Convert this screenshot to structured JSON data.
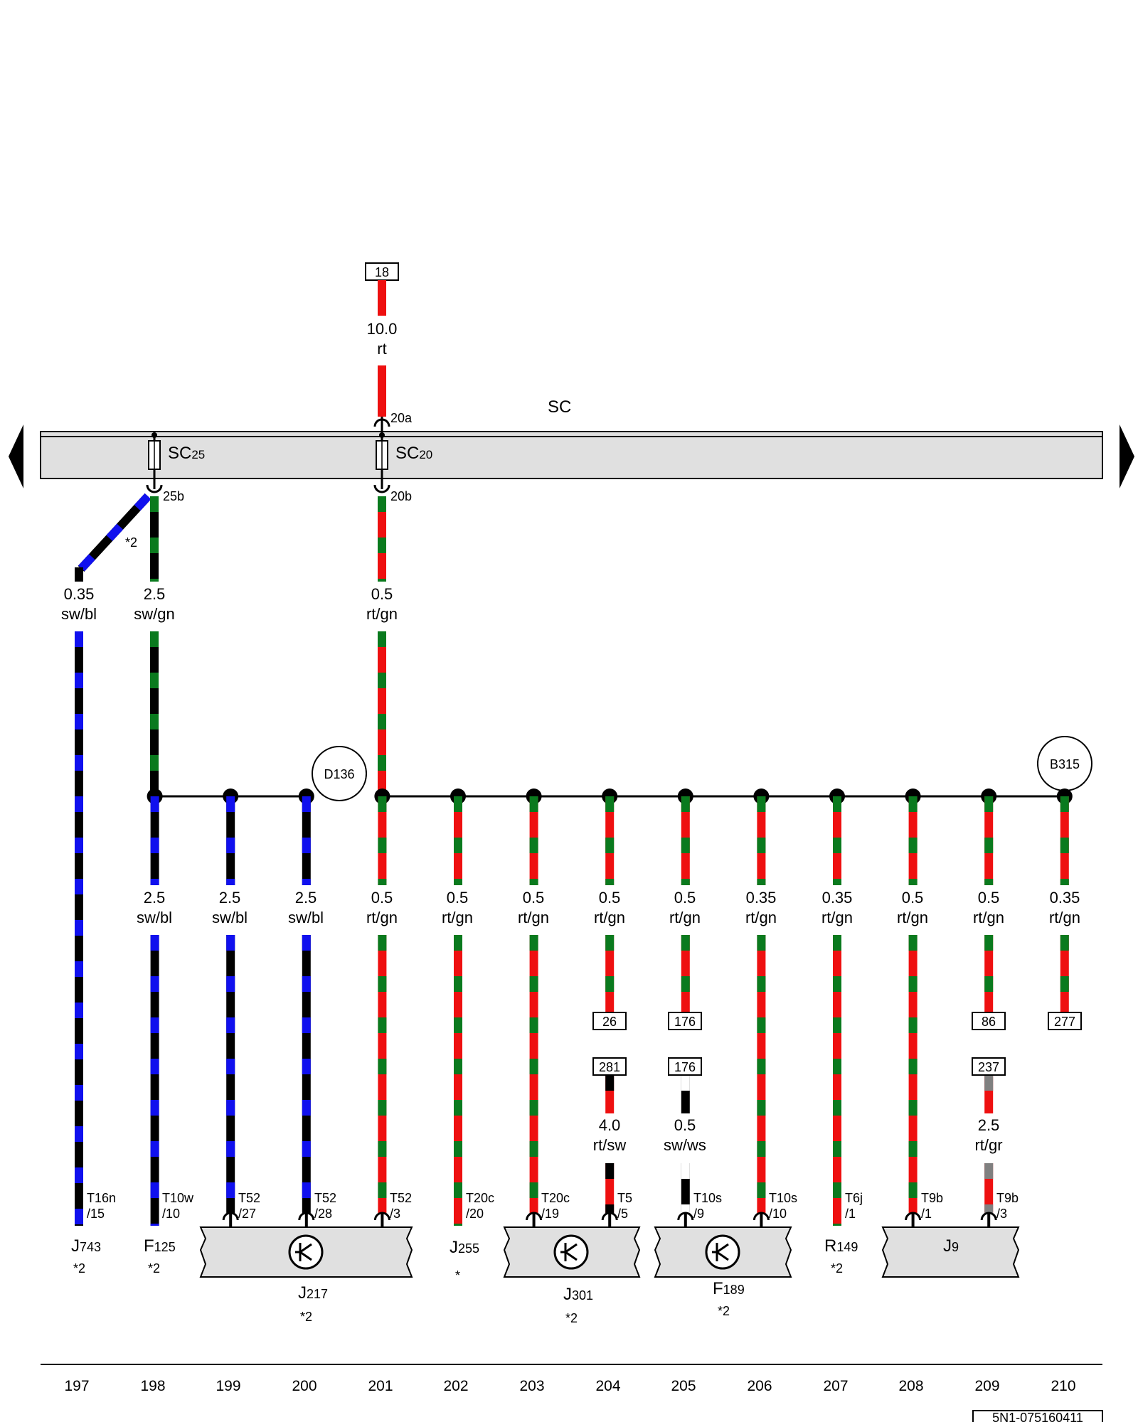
{
  "bus": {
    "label": "SC",
    "fuses": [
      {
        "id": "f1",
        "name": "SC",
        "sub": "25"
      },
      {
        "id": "f2",
        "name": "SC",
        "sub": "20"
      }
    ],
    "pins": {
      "p20a": "20a",
      "p20b": "20b",
      "p25b": "25b"
    }
  },
  "feed": {
    "ref": "18",
    "size": "10.0",
    "color": "rt"
  },
  "splices": {
    "left": "D136",
    "right": "B315"
  },
  "upper_wires": [
    {
      "id": "u197",
      "size": "0.35",
      "color": "sw/bl",
      "note": "*2"
    },
    {
      "id": "u198",
      "size": "2.5",
      "color": "sw/gn"
    },
    {
      "id": "u201",
      "size": "0.5",
      "color": "rt/gn"
    }
  ],
  "lower_wires": [
    {
      "col": 198,
      "size": "2.5",
      "color": "sw/bl"
    },
    {
      "col": 199,
      "size": "2.5",
      "color": "sw/bl"
    },
    {
      "col": 200,
      "size": "2.5",
      "color": "sw/bl"
    },
    {
      "col": 201,
      "size": "0.5",
      "color": "rt/gn"
    },
    {
      "col": 202,
      "size": "0.5",
      "color": "rt/gn"
    },
    {
      "col": 203,
      "size": "0.5",
      "color": "rt/gn"
    },
    {
      "col": 204,
      "size": "0.5",
      "color": "rt/gn"
    },
    {
      "col": 205,
      "size": "0.5",
      "color": "rt/gn"
    },
    {
      "col": 206,
      "size": "0.35",
      "color": "rt/gn"
    },
    {
      "col": 207,
      "size": "0.35",
      "color": "rt/gn"
    },
    {
      "col": 208,
      "size": "0.5",
      "color": "rt/gn"
    },
    {
      "col": 209,
      "size": "0.5",
      "color": "rt/gn"
    },
    {
      "col": 210,
      "size": "0.35",
      "color": "rt/gn"
    }
  ],
  "references": {
    "r204_out": "26",
    "r205_out": "176",
    "r209_out": "86",
    "r210_out": "277",
    "r204_in": "281",
    "r205_in": "176",
    "r209_in": "237"
  },
  "extra_wires": [
    {
      "col": 204,
      "size": "4.0",
      "color": "rt/sw"
    },
    {
      "col": 205,
      "size": "0.5",
      "color": "sw/ws"
    },
    {
      "col": 209,
      "size": "2.5",
      "color": "rt/gr"
    }
  ],
  "connectors": [
    {
      "col": 197,
      "a": "T16n",
      "b": "/15"
    },
    {
      "col": 198,
      "a": "T10w",
      "b": "/10"
    },
    {
      "col": 199,
      "a": "T52",
      "b": "/27"
    },
    {
      "col": 200,
      "a": "T52",
      "b": "/28"
    },
    {
      "col": 201,
      "a": "T52",
      "b": "/3"
    },
    {
      "col": 202,
      "a": "T20c",
      "b": "/20"
    },
    {
      "col": 203,
      "a": "T20c",
      "b": "/19"
    },
    {
      "col": 204,
      "a": "T5",
      "b": "/5"
    },
    {
      "col": 205,
      "a": "T10s",
      "b": "/9"
    },
    {
      "col": 206,
      "a": "T10s",
      "b": "/10"
    },
    {
      "col": 207,
      "a": "T6j",
      "b": "/1"
    },
    {
      "col": 208,
      "a": "T9b",
      "b": "/1"
    },
    {
      "col": 209,
      "a": "T9b",
      "b": "/3"
    }
  ],
  "components": {
    "j743": {
      "name": "J",
      "sub": "743",
      "note": "*2"
    },
    "f125": {
      "name": "F",
      "sub": "125",
      "note": "*2"
    },
    "j217": {
      "name": "J",
      "sub": "217",
      "note": "*2"
    },
    "j255": {
      "name": "J",
      "sub": "255",
      "note": "*"
    },
    "j301": {
      "name": "J",
      "sub": "301",
      "note": "*2"
    },
    "f189": {
      "name": "F",
      "sub": "189",
      "note": "*2"
    },
    "r149": {
      "name": "R",
      "sub": "149",
      "note": "*2"
    },
    "j9": {
      "name": "J",
      "sub": "9"
    }
  },
  "columns": [
    "197",
    "198",
    "199",
    "200",
    "201",
    "202",
    "203",
    "204",
    "205",
    "206",
    "207",
    "208",
    "209",
    "210"
  ],
  "doc_id": "5N1-075160411",
  "colors": {
    "black": "#000000",
    "blue": "#1010ee",
    "green": "#0a7a1e",
    "red": "#ee1010",
    "grey": "#808080",
    "white": "#ffffff",
    "panel": "#e0e0e0"
  }
}
